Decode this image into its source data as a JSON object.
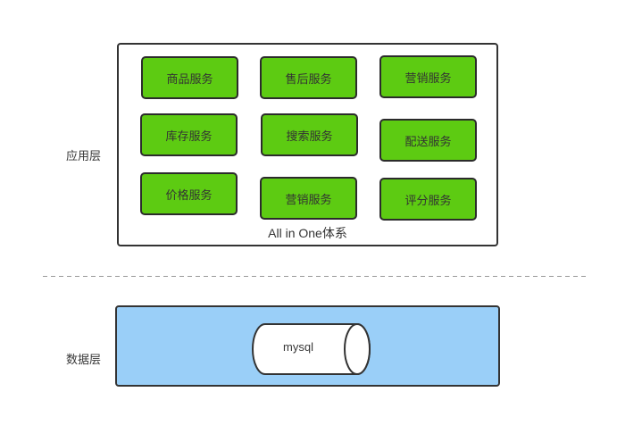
{
  "app_layer": {
    "label": "应用层",
    "container_title": "All in One体系",
    "services": [
      {
        "label": "商品服务"
      },
      {
        "label": "售后服务"
      },
      {
        "label": "营销服务"
      },
      {
        "label": "库存服务"
      },
      {
        "label": "搜索服务"
      },
      {
        "label": "配送服务"
      },
      {
        "label": "价格服务"
      },
      {
        "label": "营销服务"
      },
      {
        "label": "评分服务"
      }
    ]
  },
  "data_layer": {
    "label": "数据层",
    "database": {
      "label": "mysql"
    }
  },
  "colors": {
    "service_fill": "#5dcb12",
    "service_border": "#2b2b2b",
    "data_container_fill": "#9acff8",
    "container_border": "#333333",
    "divider": "#999999",
    "text": "#383838",
    "background": "#ffffff"
  }
}
